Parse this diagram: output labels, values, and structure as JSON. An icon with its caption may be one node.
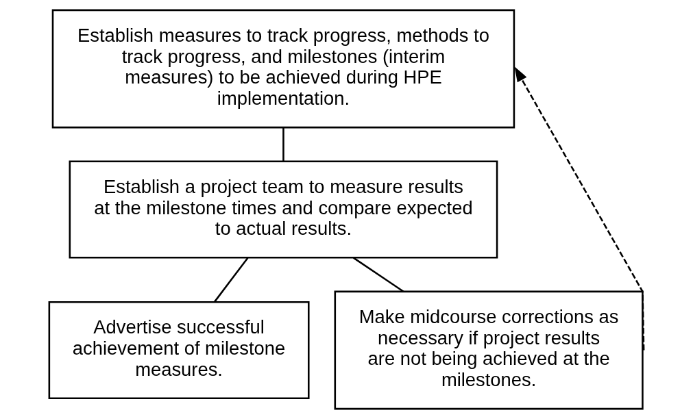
{
  "diagram": {
    "nodes": [
      {
        "text": [
          "Establish measures to track progress, methods to track progress, and milestones (interim measures) to be achieved during HPE implementation."
        ]
      },
      {
        "text": [
          "Establish a project team to measure results at the milestone times and compare expected to actual results."
        ]
      },
      {
        "text": [
          "Advertise successful achievement of milestone measures."
        ]
      },
      {
        "text": [
          "Make midcourse corrections as necessary if project results are not being achieved at the milestones."
        ]
      }
    ],
    "edges": [
      {
        "from": 0,
        "to": 1,
        "arrow": "none"
      },
      {
        "from": 1,
        "to": 2,
        "arrow": "none"
      },
      {
        "from": 1,
        "to": 3,
        "arrow": "none"
      },
      {
        "from": 3,
        "to": 0,
        "arrow": "to",
        "style": "dashed"
      }
    ]
  }
}
